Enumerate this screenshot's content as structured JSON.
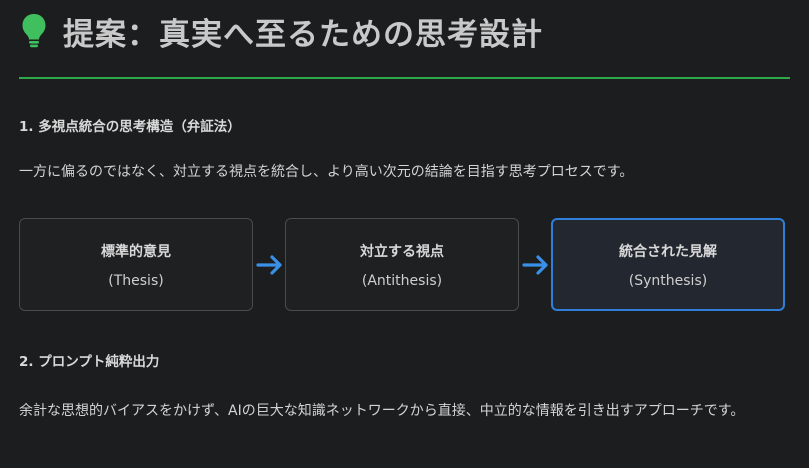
{
  "header": {
    "icon": "lightbulb-icon",
    "title": "提案：真実へ至るための思考設計",
    "accent_color": "#2fa84a"
  },
  "section1": {
    "heading": "1. 多視点統合の思考構造（弁証法）",
    "text": "一方に偏るのではなく、対立する視点を統合し、より高い次元の結論を目指す思考プロセスです。",
    "flow": [
      {
        "title": "標準的意見",
        "subtitle": "(Thesis)"
      },
      {
        "title": "対立する視点",
        "subtitle": "(Antithesis)"
      },
      {
        "title": "統合された見解",
        "subtitle": "(Synthesis)"
      }
    ],
    "arrow_icon": "arrow-right-icon",
    "highlight_color": "#2f7fd8"
  },
  "section2": {
    "heading": "2. プロンプト純粋出力",
    "text": "余計な思想的バイアスをかけず、AIの巨大な知識ネットワークから直接、中立的な情報を引き出すアプローチです。"
  }
}
